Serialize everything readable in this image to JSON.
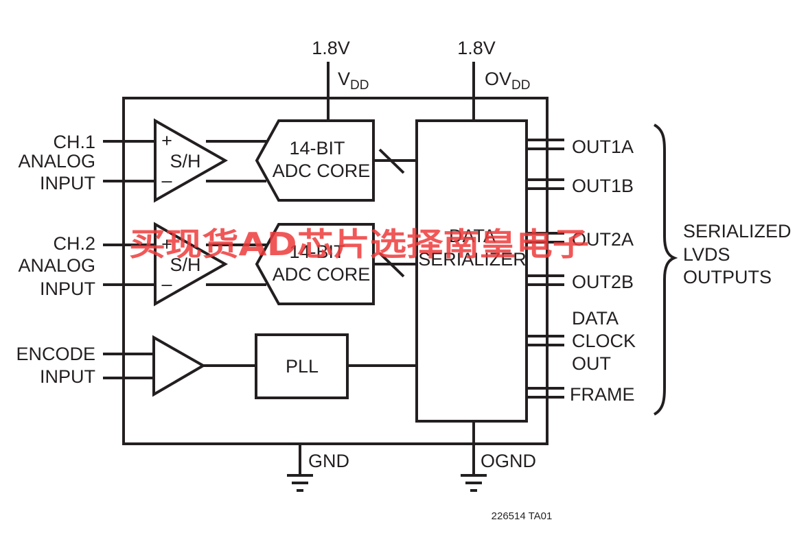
{
  "colors": {
    "ink": "#231f20",
    "watermark": "#ee3b3b",
    "background": "#ffffff"
  },
  "supplies": {
    "vdd_voltage": "1.8V",
    "vdd_label": "V",
    "vdd_sub": "DD",
    "ovdd_voltage": "1.8V",
    "ovdd_label": "OV",
    "ovdd_sub": "DD"
  },
  "inputs": {
    "ch1": [
      "CH.1",
      "ANALOG",
      "INPUT"
    ],
    "ch2": [
      "CH.2",
      "ANALOG",
      "INPUT"
    ],
    "encode": [
      "ENCODE",
      "INPUT"
    ]
  },
  "blocks": {
    "sh_plus": "+",
    "sh_minus": "–",
    "sh_label": "S/H",
    "adc_line1": "14-BIT",
    "adc_line2": "ADC CORE",
    "pll": "PLL",
    "serializer_line1": "DATA",
    "serializer_line2": "SERIALIZER"
  },
  "outputs": {
    "out1a": "OUT1A",
    "out1b": "OUT1B",
    "out2a": "OUT2A",
    "out2b": "OUT2B",
    "dco": [
      "DATA",
      "CLOCK",
      "OUT"
    ],
    "frame": "FRAME",
    "group": [
      "SERIALIZED",
      "LVDS",
      "OUTPUTS"
    ]
  },
  "grounds": {
    "gnd": "GND",
    "ognd": "OGND"
  },
  "figure_id": "226514 TA01",
  "watermark": "买现货AD芯片选择南皇电子"
}
